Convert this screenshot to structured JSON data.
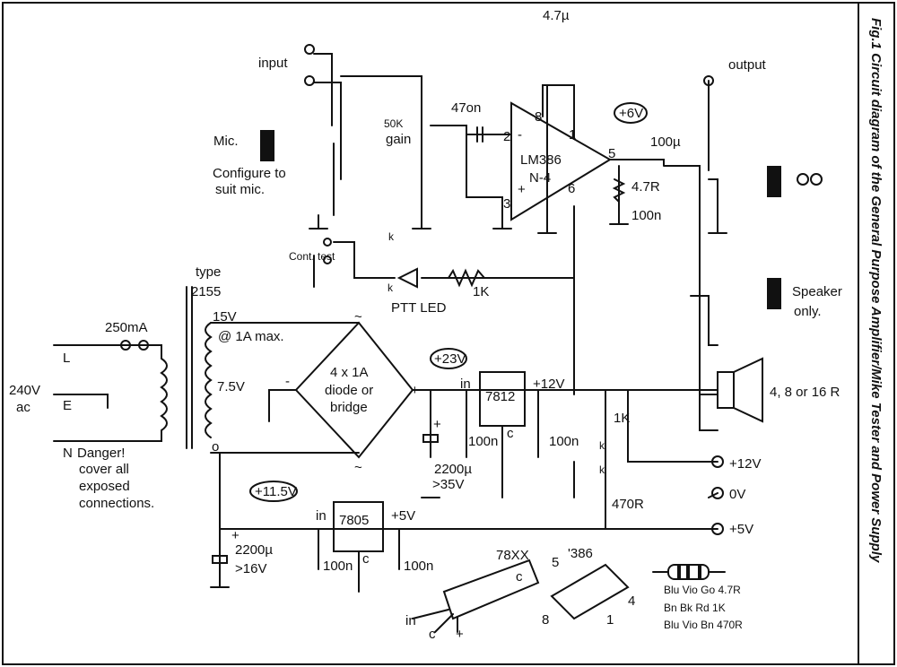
{
  "title": "Fig.1 Circuit diagram of the General Purpose Amplifier/Mike Tester and Power Supply",
  "amplifier": {
    "input": "input",
    "mic": "Mic.",
    "configure1": "Configure to",
    "configure2": "suit mic.",
    "pot_value": "50K",
    "pot_label": "gain",
    "cap_in": "47on",
    "cap_bypass": "4.7µ",
    "ic_name": "LM386",
    "ic_sub": "N-4",
    "pin8": "8",
    "pin1": "1",
    "pin2": "2",
    "pin3": "3",
    "pin_plus": "+",
    "pin_minus": "-",
    "pin6": "6",
    "pin5": "5",
    "v6": "+6V",
    "cap_out": "100µ",
    "r_zobel": "4.7R",
    "c_zobel": "100n",
    "output": "output",
    "speaker1": "Speaker",
    "speaker2": "only.",
    "speaker_imp": "4, 8 or 16 R",
    "cont_test": "Cont. test",
    "led_k1": "k",
    "led_k2": "k",
    "ptt_led": "PTT LED",
    "r_led": "1K"
  },
  "psu": {
    "type1": "type",
    "type2": "2155",
    "fuse": "250mA",
    "L": "L",
    "E": "E",
    "N": "N",
    "mains1": "240V",
    "mains2": "ac",
    "sec15": "15V",
    "rating": "@ 1A max.",
    "sec75": "7.5V",
    "sec0": "o",
    "ac1": "~",
    "ac2": "~",
    "neg": "-",
    "pos": "+",
    "bridge1": "4 x 1A",
    "bridge2": "diode or",
    "bridge3": "bridge",
    "v23": "+23V",
    "in12": "in",
    "reg12": "7812",
    "out12": "+12V",
    "c12": "c",
    "c100n_a": "100n",
    "c100n_b": "100n",
    "cap_plus": "+",
    "cap_big1": "2200µ",
    "cap_big1_v": ">35V",
    "r1k": "1K",
    "k1": "k",
    "k2": "k",
    "r470": "470R",
    "term12": "+12V",
    "term0": "0V",
    "term5": "+5V",
    "danger1": "Danger!",
    "danger2": "cover all",
    "danger3": "exposed",
    "danger4": "connections.",
    "v115": "+11.5V",
    "in5": "in",
    "reg5": "7805",
    "out5": "+5V",
    "c5": "c",
    "c100n_c": "100n",
    "c100n_d": "100n",
    "cap_plus2": "+",
    "cap_big2": "2200µ",
    "cap_big2_v": ">16V"
  },
  "pinouts": {
    "reg_name": "78XX",
    "reg_c": "c",
    "reg_in": "in",
    "reg_c2": "c",
    "reg_plus": "+",
    "ic_name": "'386",
    "ic5": "5",
    "ic4": "4",
    "ic8": "8",
    "ic1": "1"
  },
  "resistor_codes": [
    "Blu Vio Go  4.7R",
    "Bn Bk Rd  1K",
    "Blu Vio Bn  470R"
  ]
}
